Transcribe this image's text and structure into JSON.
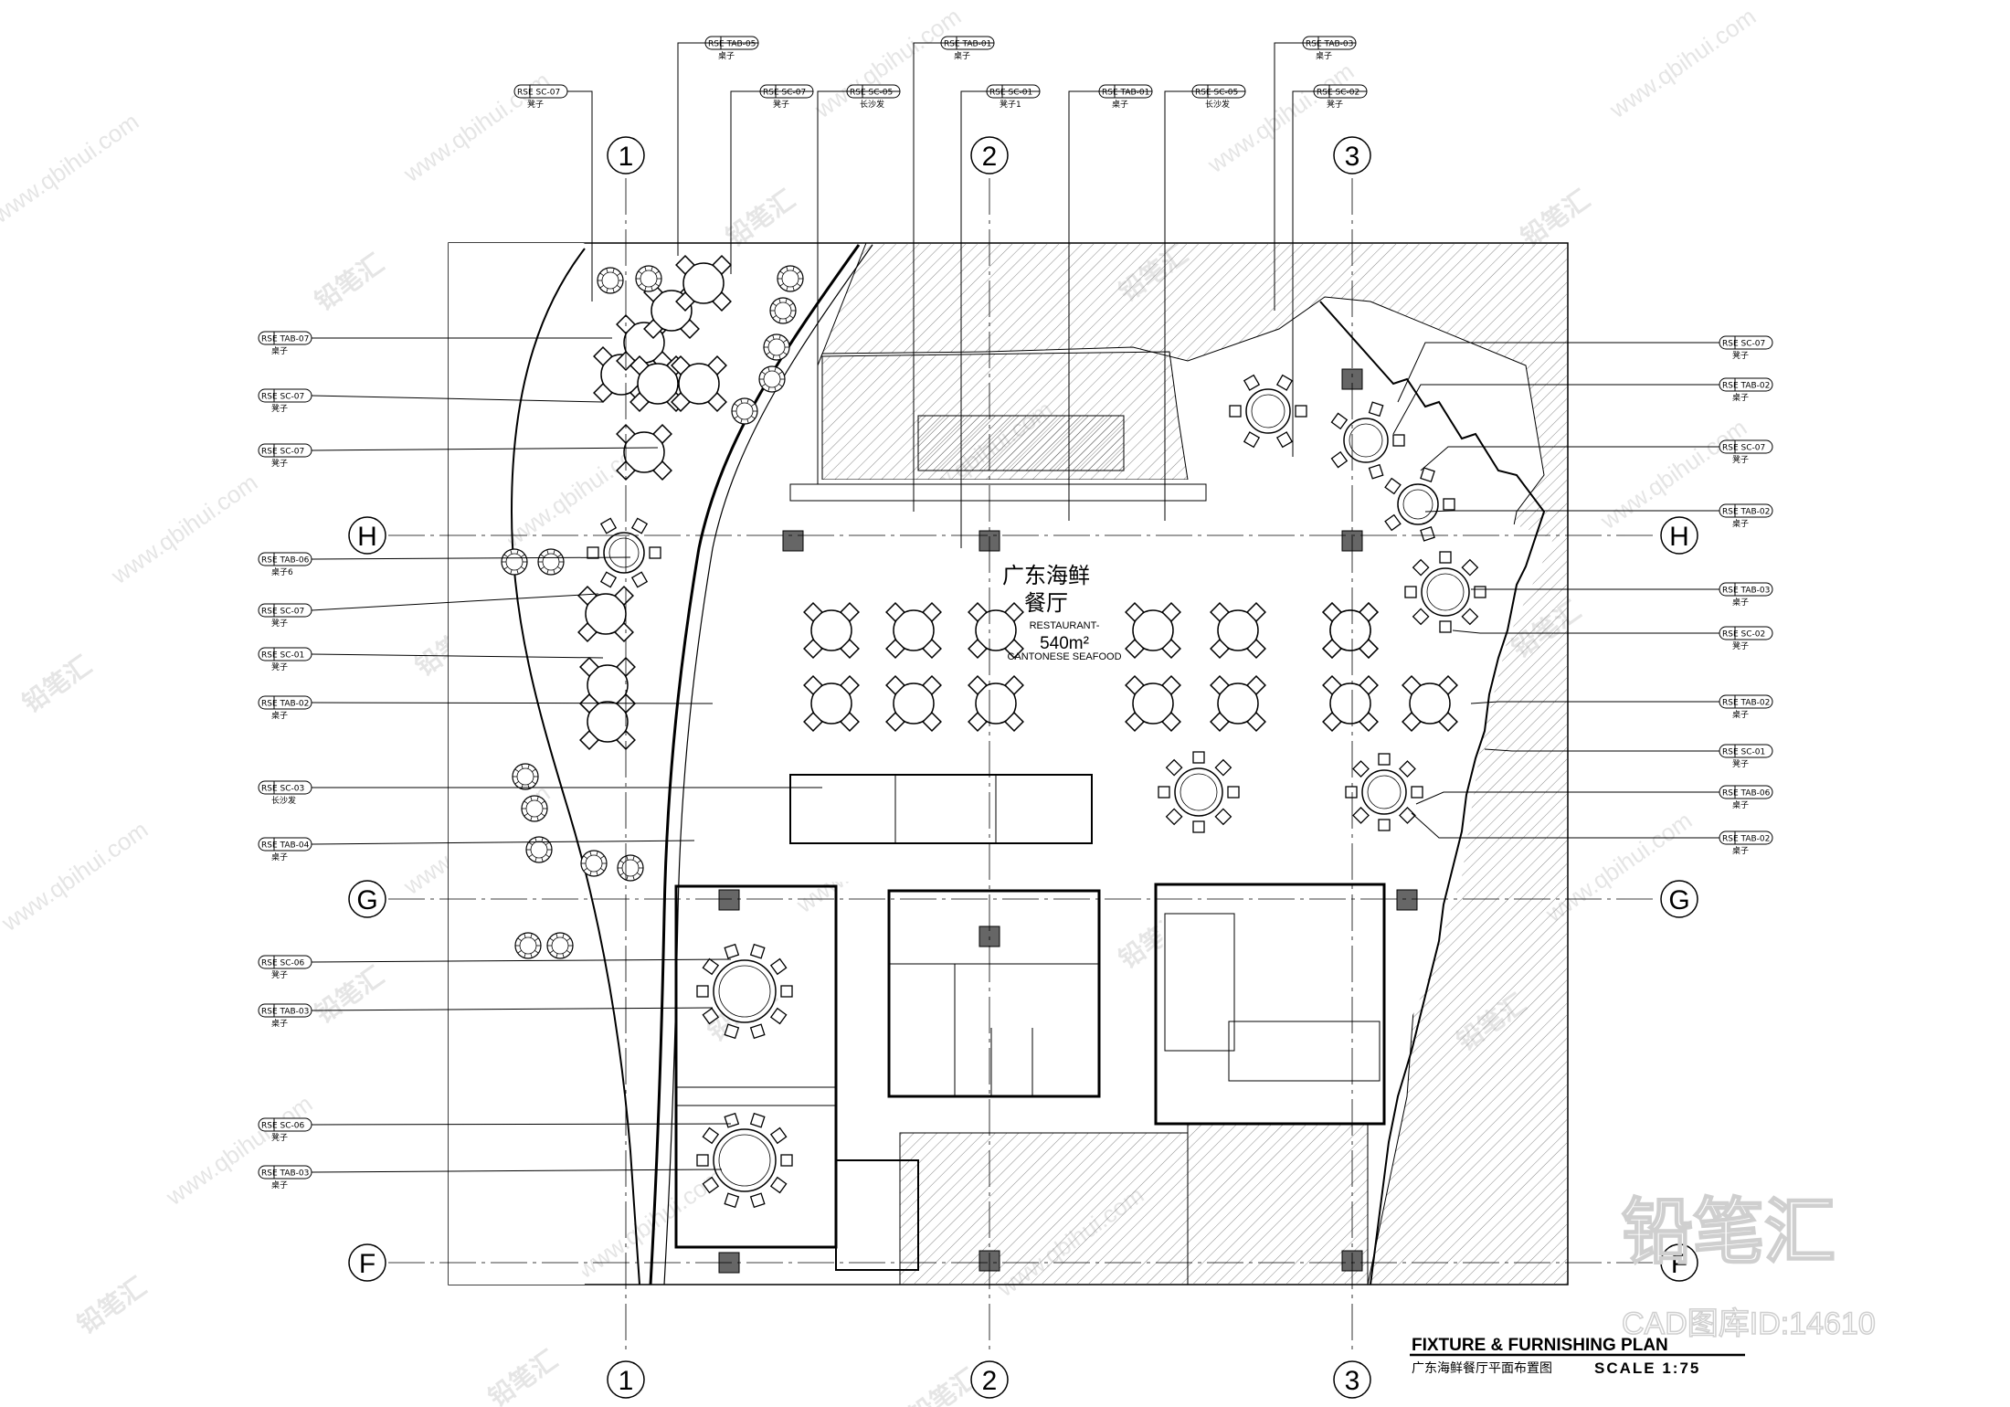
{
  "drawing": {
    "title_en": "FIXTURE & FURNISHING PLAN",
    "title_cn": "广东海鲜餐厅平面布置图",
    "scale": "SCALE 1:75"
  },
  "room": {
    "name_cn_1": "广东海鲜",
    "name_cn_2": "餐厅",
    "name_en_1": "RESTAURANT-",
    "area": "540m²",
    "name_en_2": "CANTONESE SEAFOOD"
  },
  "grid": {
    "columns": [
      "1",
      "2",
      "3"
    ],
    "rows": [
      "H",
      "G",
      "F"
    ]
  },
  "tags_top": [
    {
      "code": "RSE SC-07",
      "desc": "凳子"
    },
    {
      "code": "RSE TAB-05",
      "desc": "桌子"
    },
    {
      "code": "RSE SC-07",
      "desc": "凳子"
    },
    {
      "code": "RSE SC-05",
      "desc": "长沙发"
    },
    {
      "code": "RSE TAB-01",
      "desc": "桌子"
    },
    {
      "code": "RSE SC-01",
      "desc": "凳子1"
    },
    {
      "code": "RSE TAB-01",
      "desc": "桌子"
    },
    {
      "code": "RSE SC-05",
      "desc": "长沙发"
    },
    {
      "code": "RSE TAB-03",
      "desc": "桌子"
    },
    {
      "code": "RSE SC-02",
      "desc": "凳子"
    }
  ],
  "tags_left": [
    {
      "code": "RSE TAB-07",
      "desc": "桌子"
    },
    {
      "code": "RSE SC-07",
      "desc": "凳子"
    },
    {
      "code": "RSE SC-07",
      "desc": "凳子"
    },
    {
      "code": "RSE TAB-06",
      "desc": "桌子6"
    },
    {
      "code": "RSE SC-07",
      "desc": "凳子"
    },
    {
      "code": "RSE SC-01",
      "desc": "凳子"
    },
    {
      "code": "RSE TAB-02",
      "desc": "桌子"
    },
    {
      "code": "RSE SC-03",
      "desc": "长沙发"
    },
    {
      "code": "RSE TAB-04",
      "desc": "桌子"
    },
    {
      "code": "RSE SC-06",
      "desc": "凳子"
    },
    {
      "code": "RSE TAB-03",
      "desc": "桌子"
    },
    {
      "code": "RSE SC-06",
      "desc": "凳子"
    },
    {
      "code": "RSE TAB-03",
      "desc": "桌子"
    }
  ],
  "tags_right": [
    {
      "code": "RSE SC-07",
      "desc": "凳子"
    },
    {
      "code": "RSE TAB-02",
      "desc": "桌子"
    },
    {
      "code": "RSE SC-07",
      "desc": "凳子"
    },
    {
      "code": "RSE TAB-02",
      "desc": "桌子"
    },
    {
      "code": "RSE TAB-03",
      "desc": "桌子"
    },
    {
      "code": "RSE SC-02",
      "desc": "凳子"
    },
    {
      "code": "RSE TAB-02",
      "desc": "桌子"
    },
    {
      "code": "RSE SC-01",
      "desc": "凳子"
    },
    {
      "code": "RSE TAB-06",
      "desc": "桌子"
    },
    {
      "code": "RSE TAB-02",
      "desc": "桌子"
    }
  ],
  "watermark": {
    "brand_cn": "铅笔汇",
    "cad_id": "CAD图库ID:14610",
    "url": "www.qbihui.com"
  }
}
